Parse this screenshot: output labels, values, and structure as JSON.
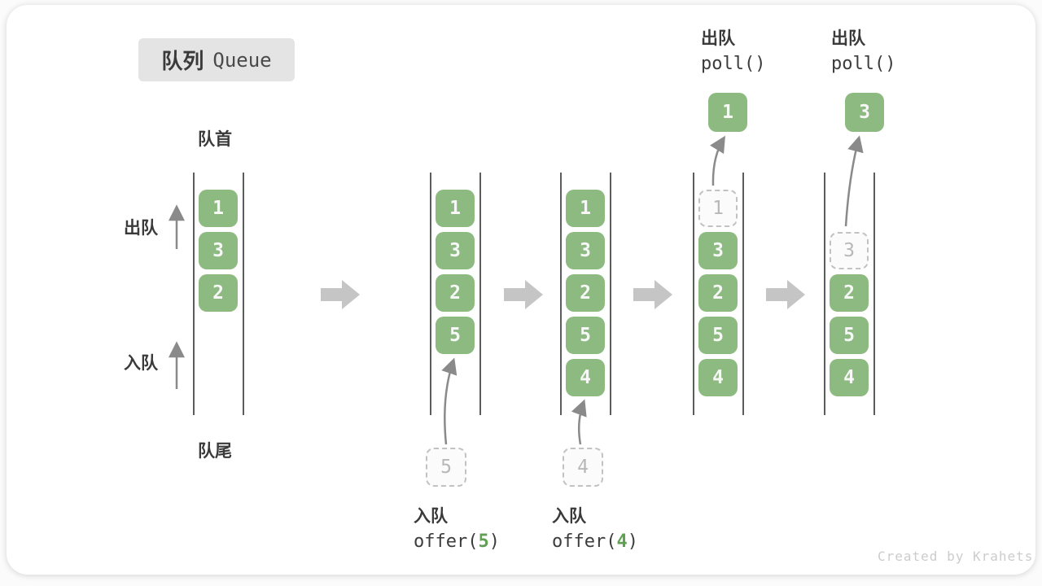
{
  "title": {
    "zh": "队列",
    "en": "Queue"
  },
  "side_labels": {
    "front": "队首",
    "rear": "队尾",
    "dequeue": "出队",
    "enqueue": "入队"
  },
  "operations": {
    "poll_col4": {
      "zh": "出队",
      "code": "poll()"
    },
    "poll_col5": {
      "zh": "出队",
      "code": "poll()"
    },
    "offer_col2": {
      "zh": "入队",
      "code_pre": "offer(",
      "arg": "5",
      "code_post": ")"
    },
    "offer_col3": {
      "zh": "入队",
      "code_pre": "offer(",
      "arg": "4",
      "code_post": ")"
    }
  },
  "queues": {
    "col1": {
      "cells": [
        "1",
        "3",
        "2"
      ]
    },
    "col2": {
      "cells": [
        "1",
        "3",
        "2",
        "5"
      ],
      "incoming": "5"
    },
    "col3": {
      "cells": [
        "1",
        "3",
        "2",
        "5",
        "4"
      ],
      "incoming": "4"
    },
    "col4": {
      "removed": "1",
      "cells": [
        "3",
        "2",
        "5",
        "4"
      ],
      "popped": "1"
    },
    "col5": {
      "removed": "3",
      "cells": [
        "2",
        "5",
        "4"
      ],
      "popped": "3"
    }
  },
  "credit": "Created by Krahets",
  "colors": {
    "cell_green": "#8cba80",
    "cell_text": "#f7f7f7",
    "ghost_border": "#c2c2c2",
    "ghost_text": "#b8b8b8",
    "accent_green_code": "#5fa052",
    "thin_arrow": "#8a8a8a",
    "block_arrow": "#c5c5c5",
    "container_line": "#5c5c5c",
    "title_chip_bg": "#e4e4e4",
    "text_dark": "#3a3a3a",
    "credit_text": "#cccccc"
  }
}
